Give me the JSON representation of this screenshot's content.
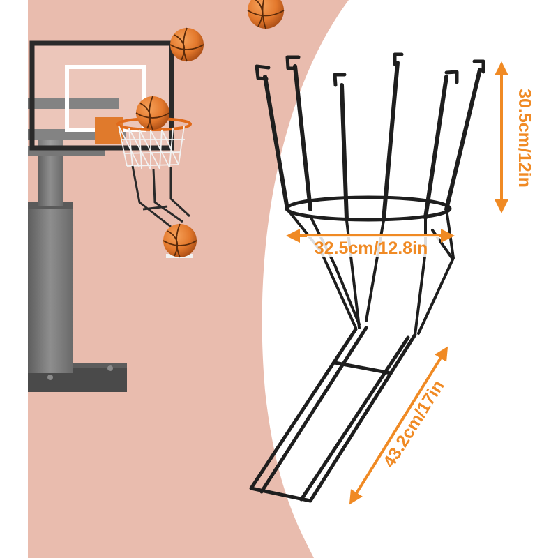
{
  "dimensions": {
    "height_label": "30.5cm/12in",
    "width_label": "32.5cm/12.8in",
    "length_label": "43.2cm/17in"
  },
  "colors": {
    "background_panel": "#e9bcae",
    "accent": "#f08a24",
    "frame": "#1e1e1e",
    "pole": "#7b7b7b",
    "ball": "#e3782c"
  },
  "icons": {
    "arrow": "double-arrow-icon",
    "ball": "basketball-icon"
  }
}
